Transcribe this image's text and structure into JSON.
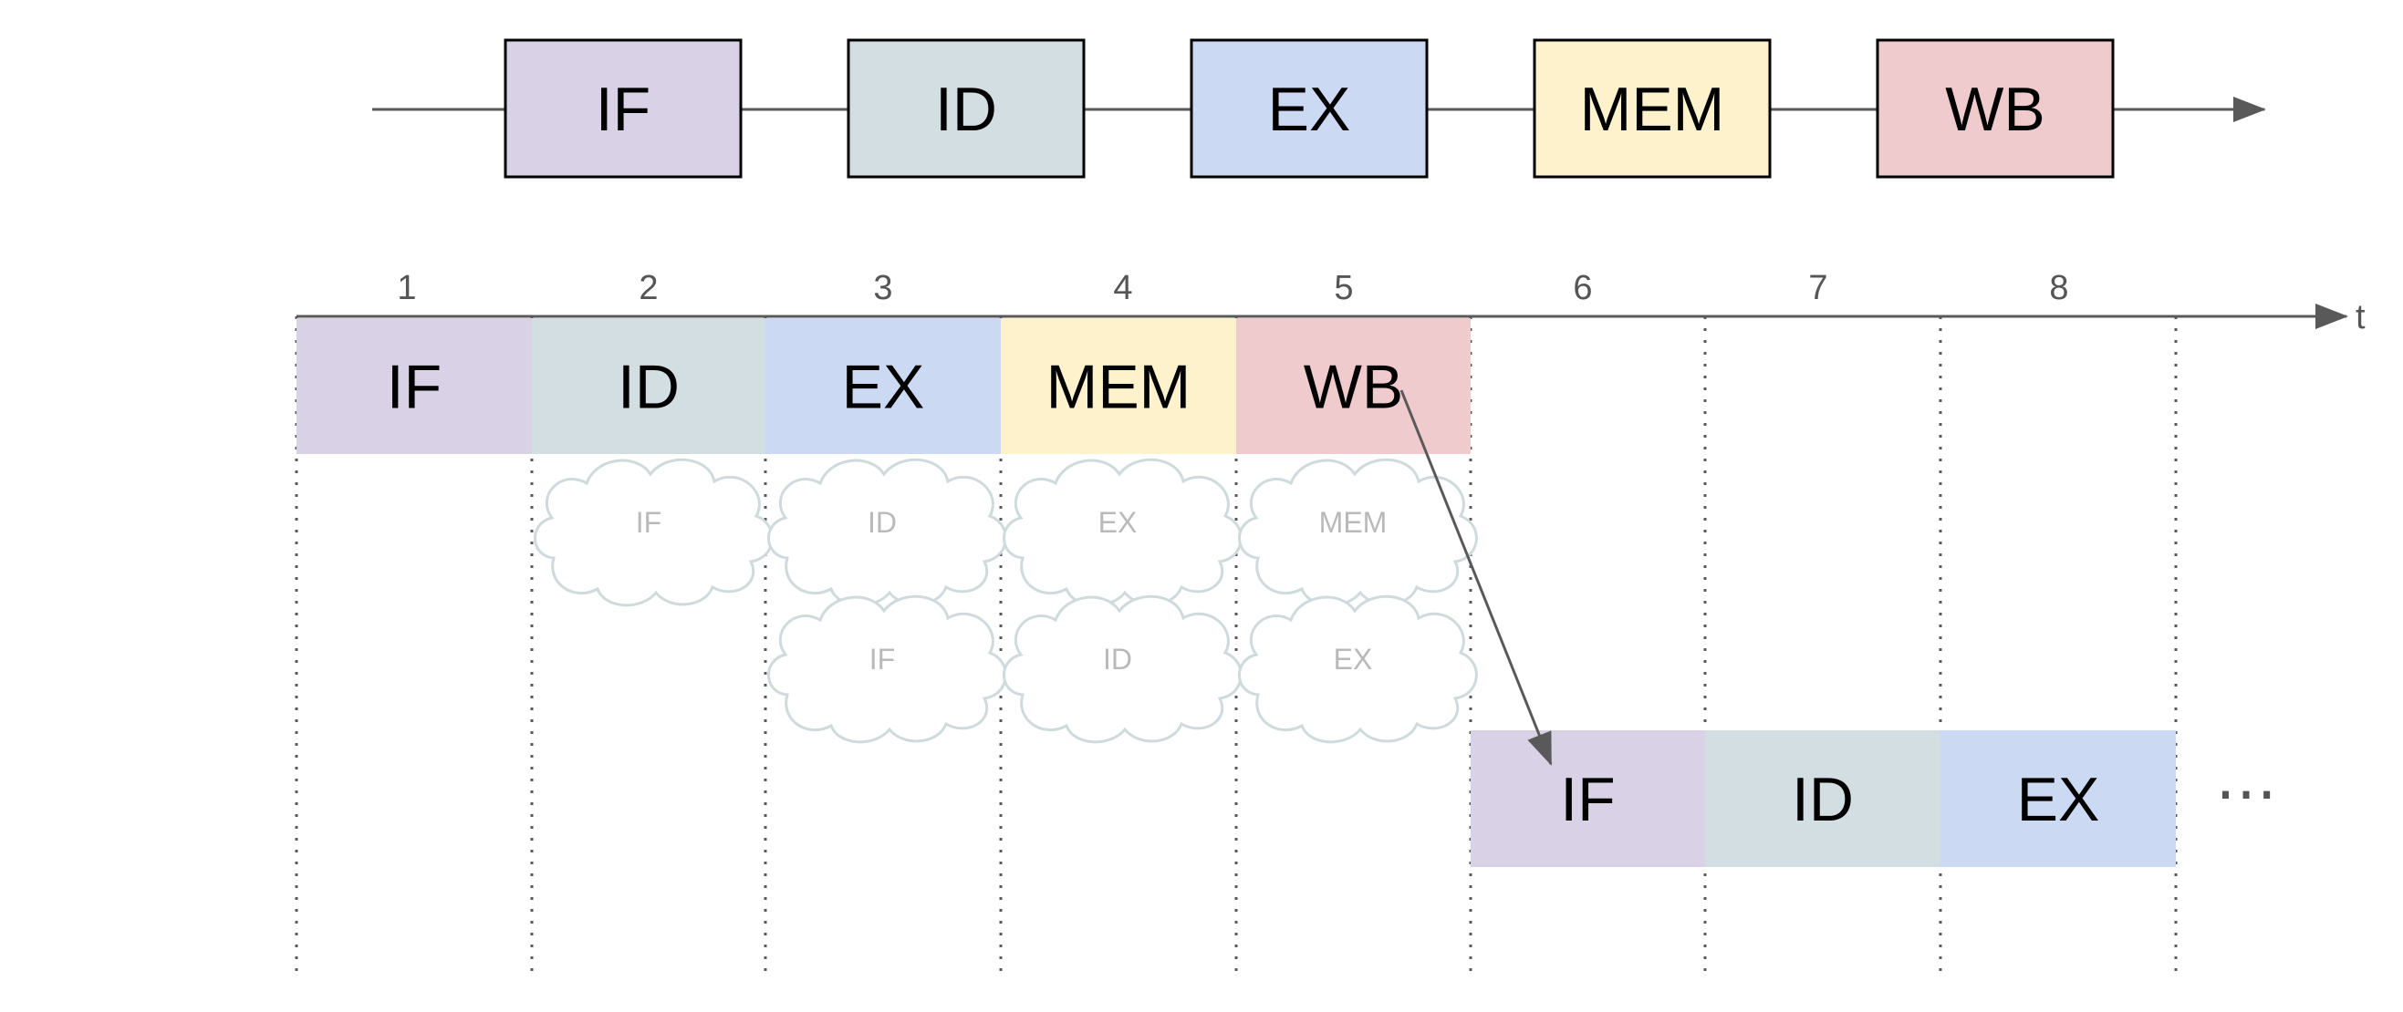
{
  "colors": {
    "IF": "#d9d2e6",
    "ID": "#d3dee2",
    "EX": "#cbd9f3",
    "MEM": "#fef2cc",
    "WB": "#f0cbce",
    "line": "#595959",
    "cloud_stroke": "#cfdadd",
    "cloud_text": "#b9b9b9"
  },
  "pipeline": {
    "stages": [
      "IF",
      "ID",
      "EX",
      "MEM",
      "WB"
    ]
  },
  "timeline": {
    "axis_label": "t",
    "ticks": [
      "1",
      "2",
      "3",
      "4",
      "5",
      "6",
      "7",
      "8"
    ],
    "first_instruction": [
      {
        "stage": "IF",
        "cycle": 1
      },
      {
        "stage": "ID",
        "cycle": 2
      },
      {
        "stage": "EX",
        "cycle": 3
      },
      {
        "stage": "MEM",
        "cycle": 4
      },
      {
        "stage": "WB",
        "cycle": 5
      }
    ],
    "ghost_stages": [
      {
        "stage": "IF",
        "cycle": 2,
        "row": 1
      },
      {
        "stage": "ID",
        "cycle": 3,
        "row": 1
      },
      {
        "stage": "EX",
        "cycle": 4,
        "row": 1
      },
      {
        "stage": "MEM",
        "cycle": 5,
        "row": 1
      },
      {
        "stage": "IF",
        "cycle": 3,
        "row": 2
      },
      {
        "stage": "ID",
        "cycle": 4,
        "row": 2
      },
      {
        "stage": "EX",
        "cycle": 5,
        "row": 2
      }
    ],
    "second_instruction": [
      {
        "stage": "IF",
        "cycle": 6
      },
      {
        "stage": "ID",
        "cycle": 7
      },
      {
        "stage": "EX",
        "cycle": 8
      }
    ],
    "continuation": "⋯"
  }
}
